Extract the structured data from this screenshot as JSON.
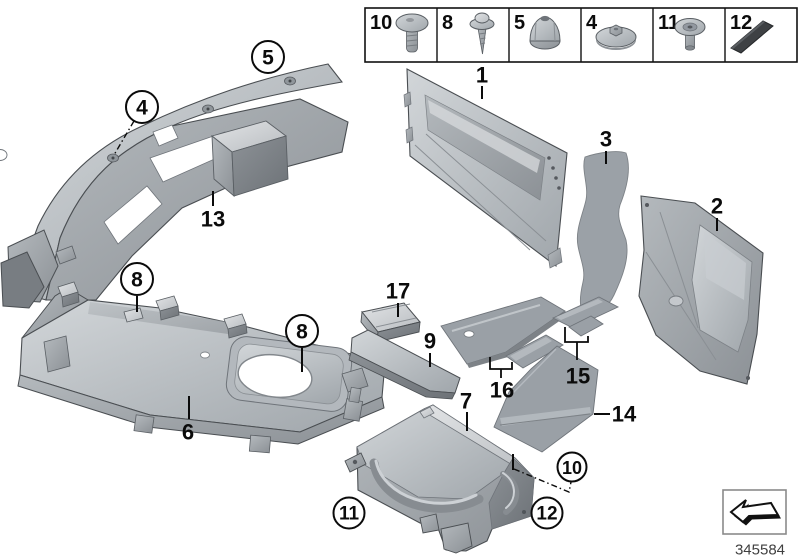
{
  "legend": {
    "items": [
      {
        "ref": "10",
        "icon": "round-head-screw"
      },
      {
        "ref": "8",
        "icon": "washer-screw"
      },
      {
        "ref": "5",
        "icon": "cap-nut"
      },
      {
        "ref": "4",
        "icon": "disc-plug"
      },
      {
        "ref": "11",
        "icon": "expanding-rivet"
      },
      {
        "ref": "12",
        "icon": "adhesive-pad"
      }
    ]
  },
  "callouts": {
    "part_labels": {
      "p1": "1",
      "p2": "2",
      "p3": "3",
      "p6": "6",
      "p7": "7",
      "p9": "9",
      "p13": "13",
      "p14": "14",
      "p15": "15",
      "p16": "16",
      "p17": "17"
    },
    "fastener_refs": {
      "f4": "4",
      "f5": "5",
      "f8": "8",
      "f10": "10",
      "f11": "11",
      "f12": "12"
    }
  },
  "footer": {
    "doc_number": "345584"
  },
  "colors": {
    "part_light": "#ccd0d3",
    "part_mid": "#aab0b5",
    "part_dark": "#82878c",
    "mat_gray": "#9aa0a6",
    "outline": "#4a4e52",
    "pad_dark": "#3e4144"
  }
}
